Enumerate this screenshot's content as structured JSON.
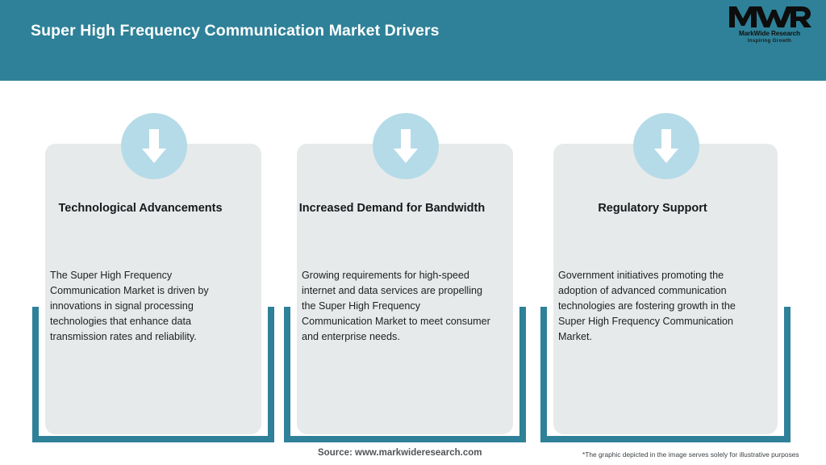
{
  "header": {
    "title": "Super High Frequency Communication Market Drivers",
    "background_color": "#2e8198",
    "title_color": "#ffffff"
  },
  "logo": {
    "mark_text": "MWR",
    "name": "MarkWide Research",
    "tagline": "Inspiring Growth"
  },
  "theme": {
    "accent_teal": "#2e8198",
    "card_gray": "#e7eaeb",
    "circle_blue": "#b5dbe8",
    "arrow_white": "#ffffff"
  },
  "drivers": [
    {
      "icon": "arrow-down-icon",
      "title": "Technological Advancements",
      "body": "The Super High Frequency Communication Market is driven by innovations in signal processing technologies that enhance data transmission rates and reliability."
    },
    {
      "icon": "arrow-down-icon",
      "title": "Increased Demand for Bandwidth",
      "body": "Growing requirements for high-speed internet and data services are propelling the Super High Frequency Communication Market to meet consumer and enterprise needs."
    },
    {
      "icon": "arrow-down-icon",
      "title": "Regulatory Support",
      "body": "Government initiatives promoting the adoption of advanced communication technologies are fostering growth in the Super High Frequency Communication Market."
    }
  ],
  "footer": {
    "source": "Source: www.markwideresearch.com",
    "disclaimer": "*The graphic depicted in the image serves solely for illustrative purposes"
  }
}
